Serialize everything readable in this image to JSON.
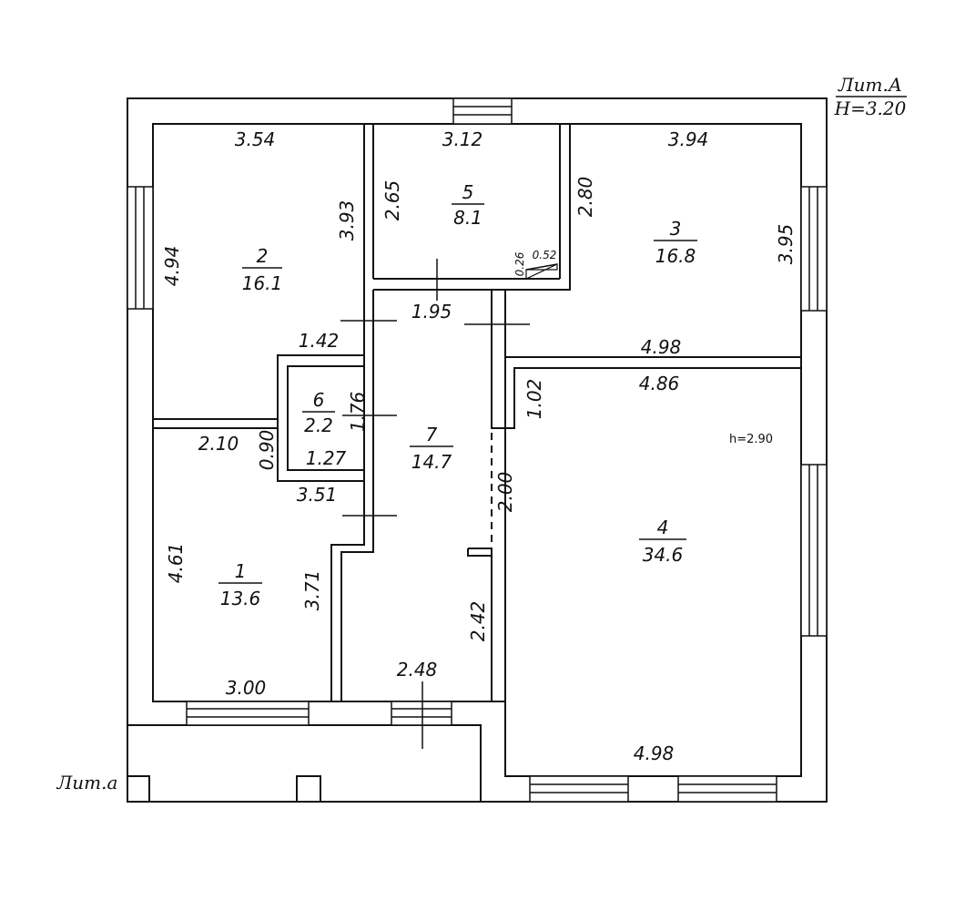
{
  "labels": {
    "lit_main": "Лит.А",
    "height_main": "H=3.20",
    "lit_annex": "Лит.а",
    "room4_height": "h=2.90"
  },
  "rooms": {
    "r1": {
      "number": "1",
      "area": "13.6"
    },
    "r2": {
      "number": "2",
      "area": "16.1"
    },
    "r3": {
      "number": "3",
      "area": "16.8"
    },
    "r4": {
      "number": "4",
      "area": "34.6"
    },
    "r5": {
      "number": "5",
      "area": "8.1"
    },
    "r6": {
      "number": "6",
      "area": "2.2"
    },
    "r7": {
      "number": "7",
      "area": "14.7"
    }
  },
  "dims": {
    "r2_top": "3.54",
    "r2_left": "4.94",
    "r2_right": "3.93",
    "r2_bottom": "1.42",
    "r5_top": "3.12",
    "r5_left": "2.65",
    "r5_small_a": "0.26",
    "r5_small_b": "0.52",
    "r3_top": "3.94",
    "r3_left": "2.80",
    "r3_right": "3.95",
    "r3_bottom": "4.98",
    "r7_top": "1.95",
    "r6_right": "1.76",
    "r6_bottom": "1.27",
    "r1_top": "2.10",
    "r1_notch": "0.90",
    "r1_top_right": "3.51",
    "r1_left": "4.61",
    "r1_right": "3.71",
    "r1_bottom": "3.00",
    "r4_top": "4.86",
    "r4_notch": "1.02",
    "opening": "2.00",
    "r7_lower": "2.42",
    "r7_bottom": "2.48",
    "r4_bottom": "4.98"
  }
}
